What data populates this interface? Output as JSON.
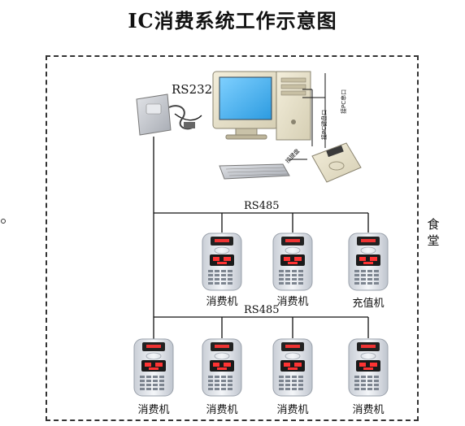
{
  "title": "IC消费系统工作示意图",
  "labels": {
    "rs232": "RS232",
    "rs485_top": "RS485",
    "rs485_bottom": "RS485",
    "side_text": "食堂",
    "pc_serial": "接PC串口",
    "pc_keyboard": "接PC键盘口",
    "keyboard_port": "接键盘"
  },
  "row1": [
    {
      "label": "消费机"
    },
    {
      "label": "消费机"
    },
    {
      "label": "充值机"
    }
  ],
  "row2": [
    {
      "label": "消费机"
    },
    {
      "label": "消费机"
    },
    {
      "label": "消费机"
    },
    {
      "label": "消费机"
    }
  ]
}
